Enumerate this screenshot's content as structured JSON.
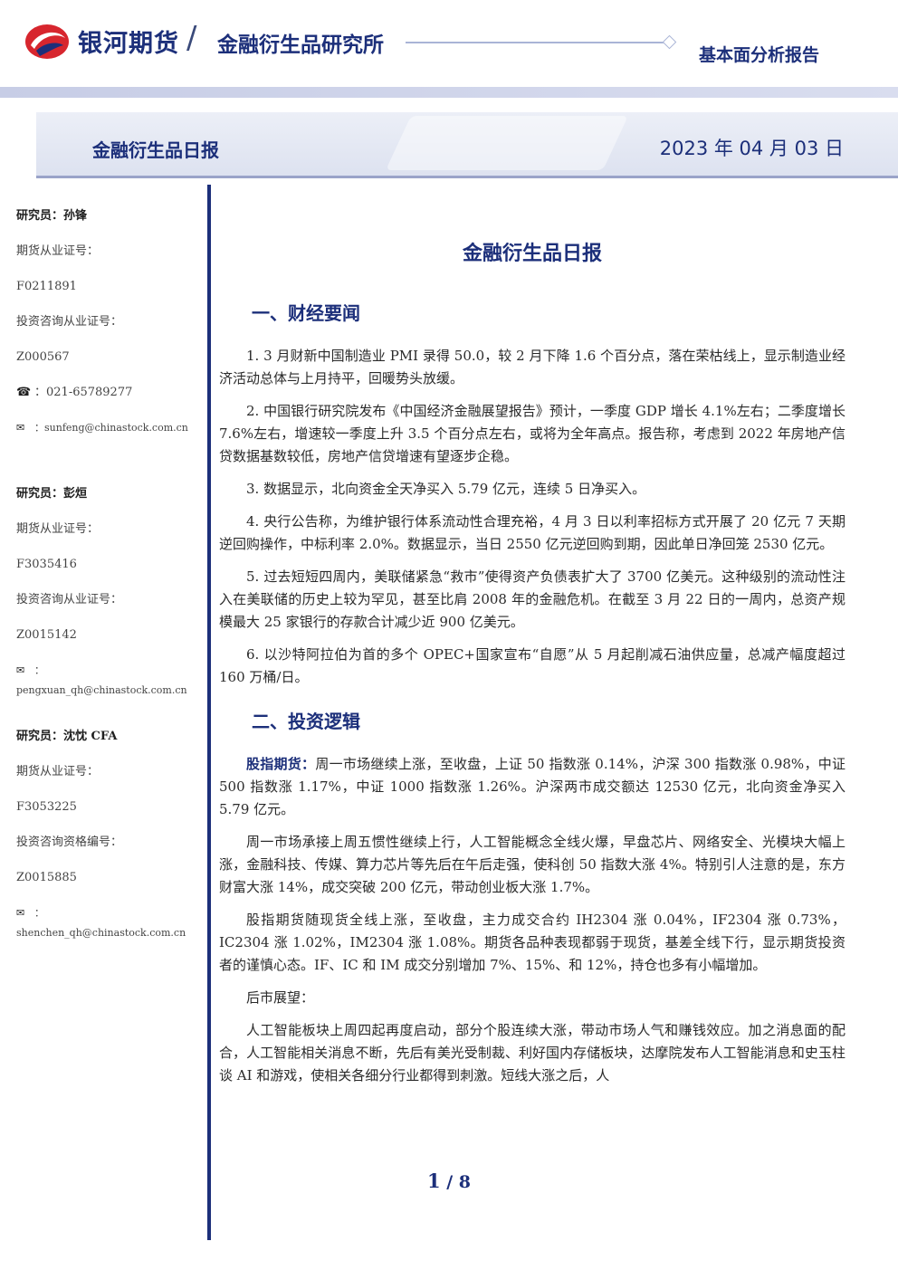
{
  "header": {
    "brand": "银河期货",
    "institute": "金融衍生品研究所",
    "report_type": "基本面分析报告"
  },
  "banner": {
    "title": "金融衍生品日报",
    "date": "2023 年 04 月 03 日"
  },
  "sidebar": {
    "analysts": [
      {
        "name": "研究员：孙锋",
        "cert_label": "期货从业证号：",
        "cert_value": "F0211891",
        "consult_label": "投资咨询从业证号：",
        "consult_value": "Z000567",
        "phone": "：021-65789277",
        "email": "：sunfeng@chinastock.com.cn"
      },
      {
        "name": "研究员：彭烜",
        "cert_label": "期货从业证号：",
        "cert_value": "F3035416",
        "consult_label": "投资咨询从业证号：",
        "consult_value": "Z0015142",
        "email": "：pengxuan_qh@chinastock.com.cn"
      },
      {
        "name": "研究员：沈忱  CFA",
        "cert_label": "期货从业证号：",
        "cert_value": "F3053225",
        "consult_label": "投资咨询资格编号：",
        "consult_value": "Z0015885",
        "email": "：shenchen_qh@chinastock.com.cn"
      }
    ]
  },
  "main": {
    "title": "金融衍生品日报",
    "section1_title": "一、财经要闻",
    "section1_paras": [
      "1. 3 月财新中国制造业 PMI 录得 50.0，较 2 月下降 1.6 个百分点，落在荣枯线上，显示制造业经济活动总体与上月持平，回暖势头放缓。",
      "2. 中国银行研究院发布《中国经济金融展望报告》预计，一季度 GDP 增长 4.1%左右；二季度增长 7.6%左右，增速较一季度上升 3.5 个百分点左右，或将为全年高点。报告称，考虑到 2022 年房地产信贷数据基数较低，房地产信贷增速有望逐步企稳。",
      "3. 数据显示，北向资金全天净买入 5.79 亿元，连续 5 日净买入。",
      "4. 央行公告称，为维护银行体系流动性合理充裕，4 月 3 日以利率招标方式开展了 20 亿元 7 天期逆回购操作，中标利率 2.0%。数据显示，当日 2550 亿元逆回购到期，因此单日净回笼 2530 亿元。",
      "5. 过去短短四周内，美联储紧急“救市”使得资产负债表扩大了 3700 亿美元。这种级别的流动性注入在美联储的历史上较为罕见，甚至比肩 2008 年的金融危机。在截至 3 月 22 日的一周内，总资产规模最大 25 家银行的存款合计减少近 900 亿美元。",
      "6. 以沙特阿拉伯为首的多个 OPEC+国家宣布“自愿”从 5 月起削减石油供应量，总减产幅度超过 160 万桶/日。"
    ],
    "section2_title": "二、投资逻辑",
    "keyword": "股指期货：",
    "section2_first": "周一市场继续上涨，至收盘，上证 50 指数涨 0.14%，沪深 300 指数涨 0.98%，中证 500 指数涨 1.17%，中证 1000 指数涨 1.26%。沪深两市成交额达 12530 亿元，北向资金净买入 5.79 亿元。",
    "section2_paras": [
      "周一市场承接上周五惯性继续上行，人工智能概念全线火爆，早盘芯片、网络安全、光模块大幅上涨，金融科技、传媒、算力芯片等先后在午后走强，使科创 50 指数大涨 4%。特别引人注意的是，东方财富大涨 14%，成交突破 200 亿元，带动创业板大涨 1.7%。",
      "股指期货随现货全线上涨，至收盘，主力成交合约 IH2304 涨 0.04%，IF2304 涨 0.73%，IC2304 涨 1.02%，IM2304 涨 1.08%。期货各品种表现都弱于现货，基差全线下行，显示期货投资者的谨慎心态。IF、IC 和 IM 成交分别增加 7%、15%、和 12%，持仓也多有小幅增加。",
      "后市展望：",
      "人工智能板块上周四起再度启动，部分个股连续大涨，带动市场人气和赚钱效应。加之消息面的配合，人工智能相关消息不断，先后有美光受制裁、利好国内存储板块，达摩院发布人工智能消息和史玉柱谈 AI 和游戏，使相关各细分行业都得到刺激。短线大涨之后，人"
    ]
  },
  "footer": {
    "page_current": "1",
    "page_sep": " / ",
    "page_total": "8"
  },
  "colors": {
    "brand_blue": "#1c2f7a",
    "logo_red": "#d7262e"
  }
}
